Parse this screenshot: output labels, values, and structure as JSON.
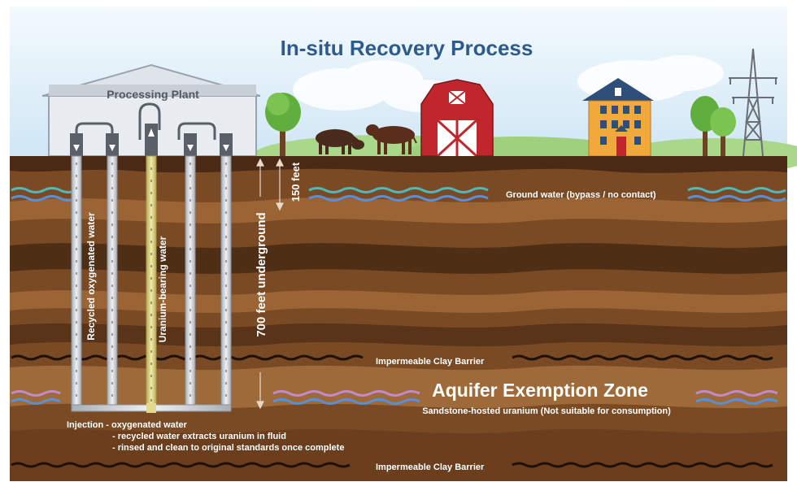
{
  "title": "In-situ Recovery Process",
  "plant_label": "Processing Plant",
  "labels": {
    "feet_150": "150 feet",
    "feet_700": "700 feet underground",
    "recycled_water": "Recycled oxygenated water",
    "uranium_water": "Uranium-bearing water",
    "ground_water": "Ground water (bypass / no contact)",
    "clay_barrier_upper": "Impermeable Clay Barrier",
    "clay_barrier_lower": "Impermeable Clay Barrier",
    "aquifer_zone": "Aquifer Exemption Zone",
    "aquifer_sub": "Sandstone-hosted uranium  (Not suitable for consumption)",
    "injection_1": "Injection - oxygenated water",
    "injection_2": "- recycled water extracts uranium in fluid",
    "injection_3": "- rinsed and clean to original standards once complete"
  },
  "colors": {
    "title": "#2e5a8c",
    "sky": "#d9ecf7",
    "soil_dark": "#4a2a14",
    "soil_mid": "#7a4a24",
    "soil_light": "#9a6434",
    "pipe": "#d9dde2",
    "uranium_pipe": "#e3d98c",
    "water_teal": "#4fb8b8",
    "water_blue": "#5a8fd6",
    "water_pink": "#c08ac8",
    "barn": "#c0272d",
    "house": "#f2a93b"
  }
}
